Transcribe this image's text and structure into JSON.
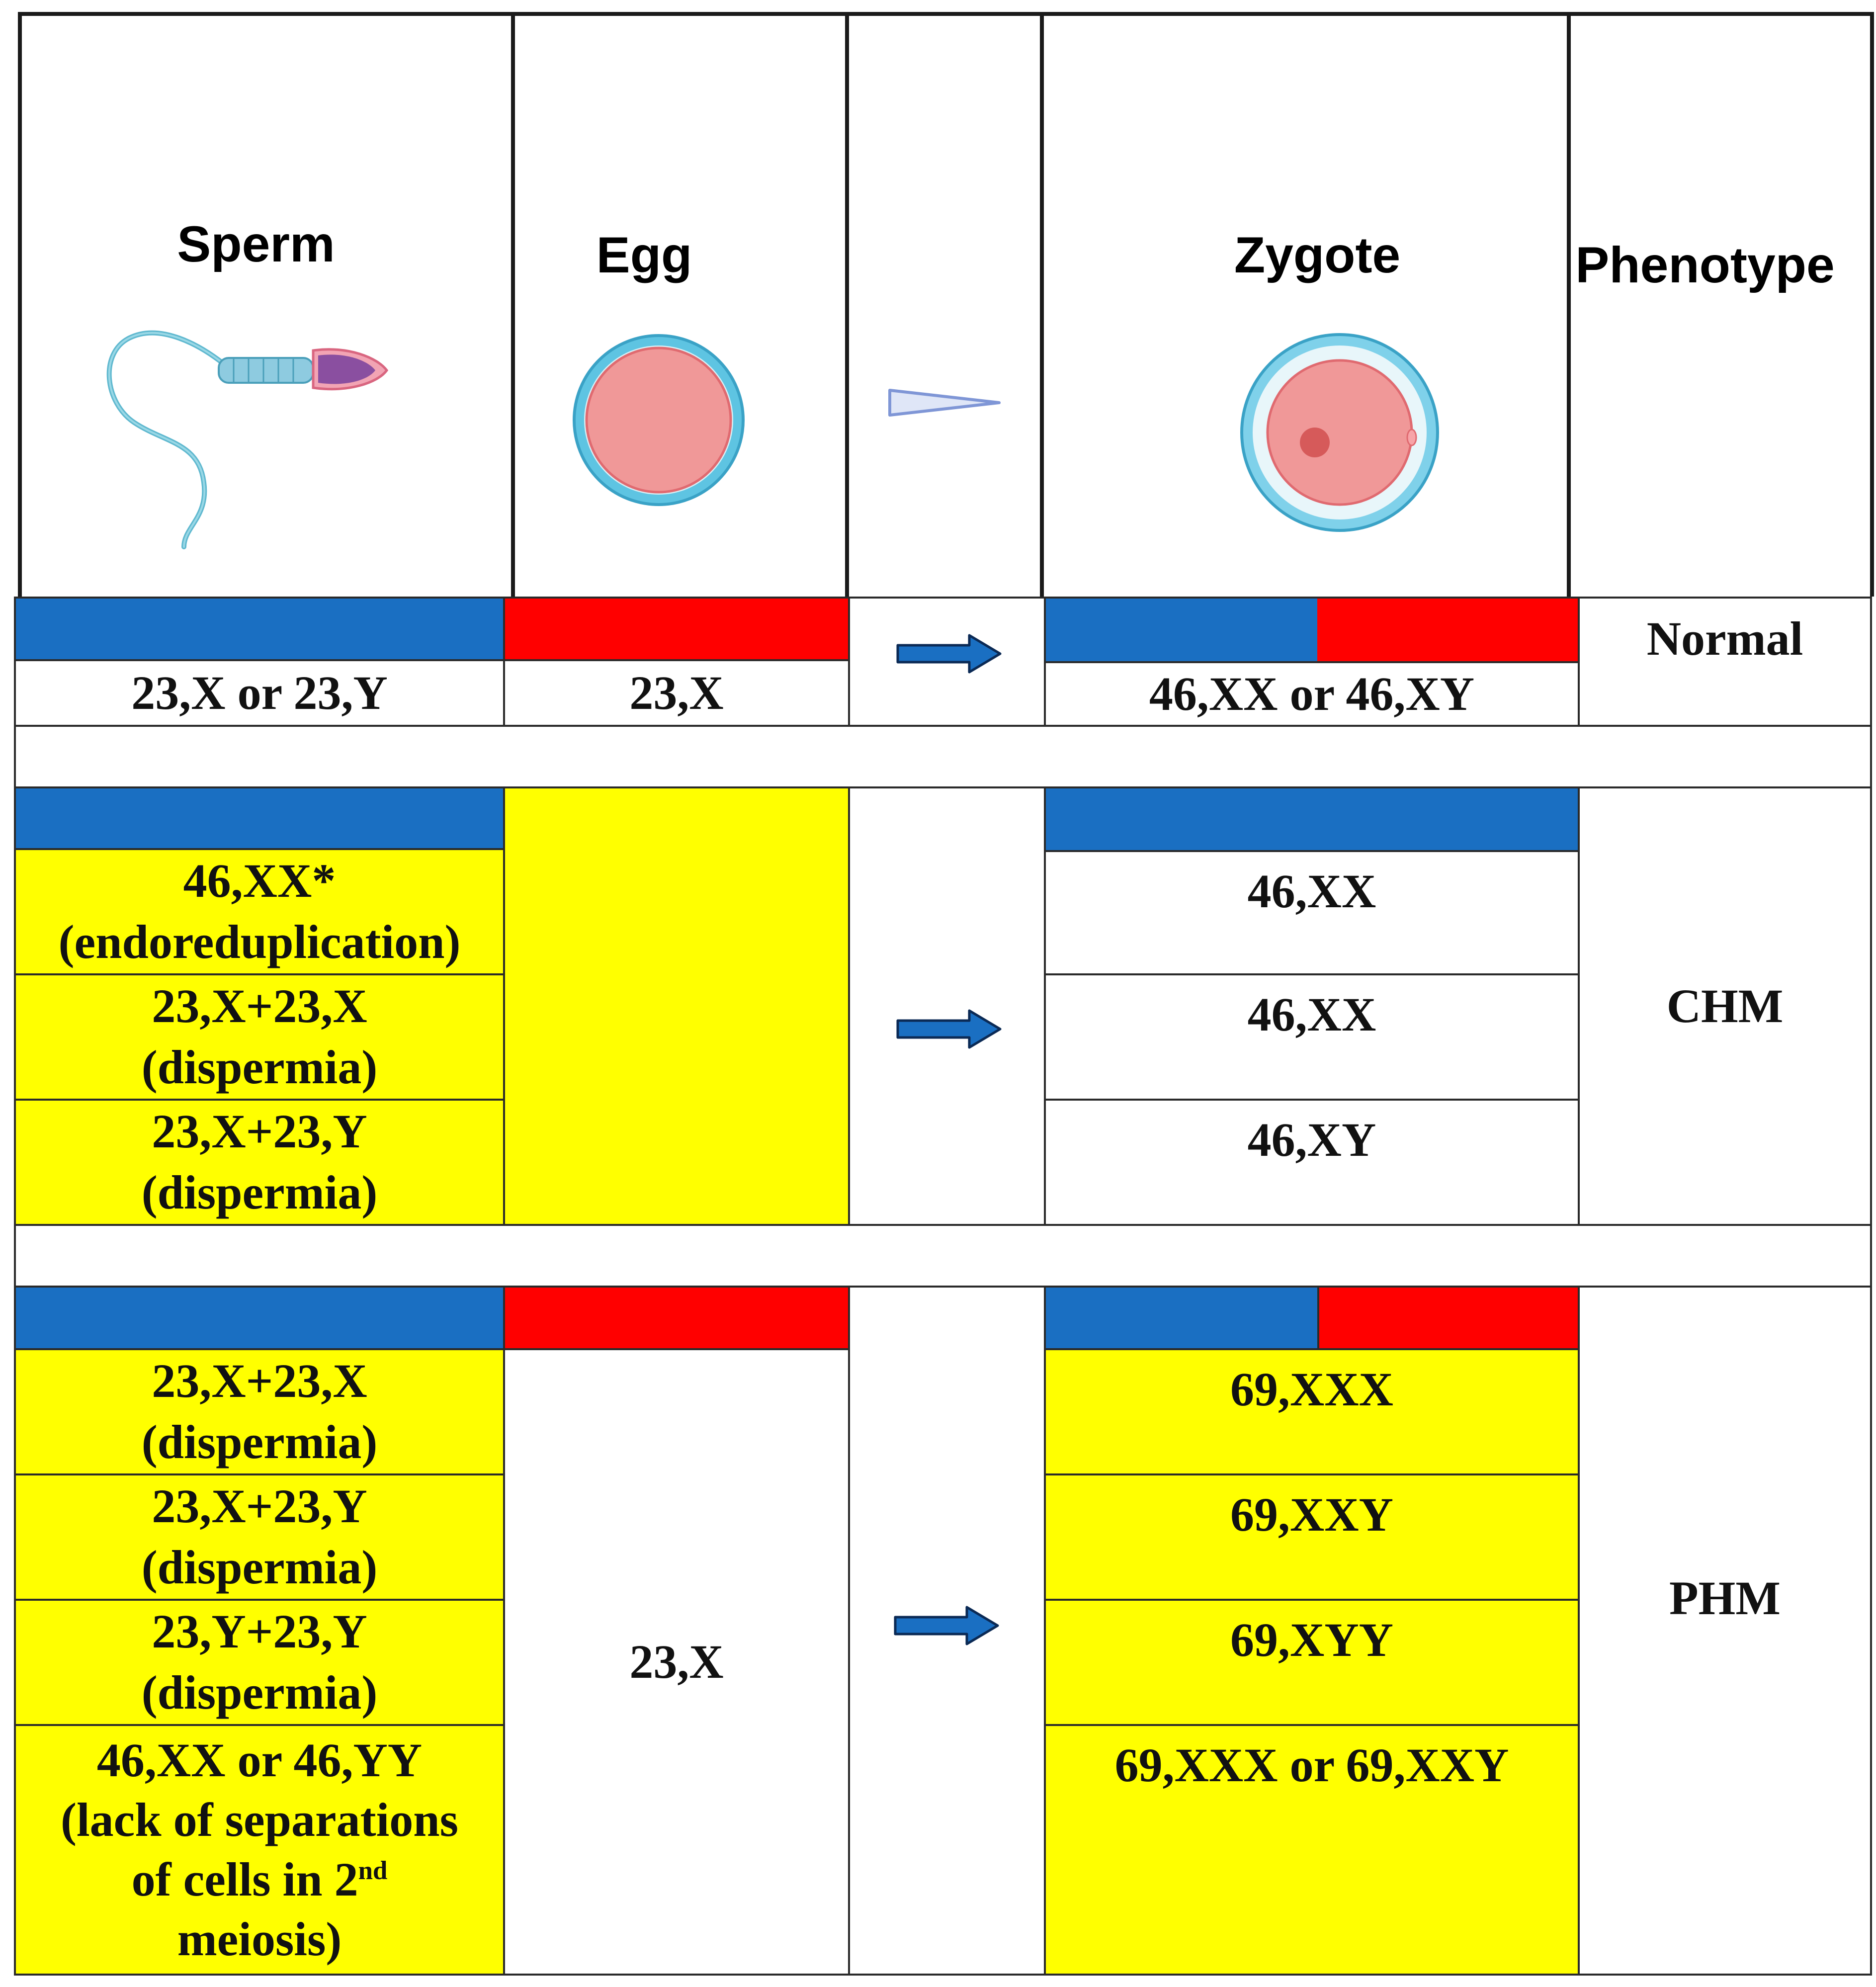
{
  "header": {
    "sperm_label": "Sperm",
    "egg_label": "Egg",
    "zygote_label": "Zygote",
    "phenotype_label": "Phenotype",
    "icons": [
      "sperm-cell-icon",
      "egg-cell-icon",
      "fertilization-pointer-icon",
      "zygote-cell-icon"
    ]
  },
  "colors": {
    "paternal": "#1a6fc2",
    "maternal": "#ff0000",
    "highlight": "#ffff00"
  },
  "normal": {
    "sperm": "23,X or 23,Y",
    "egg": "23,X",
    "zygote": "46,XX or 46,XY",
    "phenotype": "Normal"
  },
  "chm": {
    "sperm": [
      {
        "karyotype": "46,XX*",
        "note": "(endoreduplication)"
      },
      {
        "karyotype": "23,X+23,X",
        "note": "(dispermia)"
      },
      {
        "karyotype": "23,X+23,Y",
        "note": "(dispermia)"
      }
    ],
    "zygote": [
      "46,XX",
      "46,XX",
      "46,XY"
    ],
    "phenotype": "CHM"
  },
  "phm": {
    "sperm": [
      {
        "karyotype": "23,X+23,X",
        "note": "(dispermia)"
      },
      {
        "karyotype": "23,X+23,Y",
        "note": "(dispermia)"
      },
      {
        "karyotype": "23,Y+23,Y",
        "note": "(dispermia)"
      },
      {
        "karyotype": "46,XX or 46,YY",
        "note_a": "(lack of separations",
        "note_b": "of cells in 2",
        "note_sup": "nd",
        "note_c": "meiosis)"
      }
    ],
    "egg": "23,X",
    "zygote": [
      "69,XXX",
      "69,XXY",
      "69,XYY",
      "69,XXX or 69,XXY"
    ],
    "phenotype": "PHM"
  }
}
